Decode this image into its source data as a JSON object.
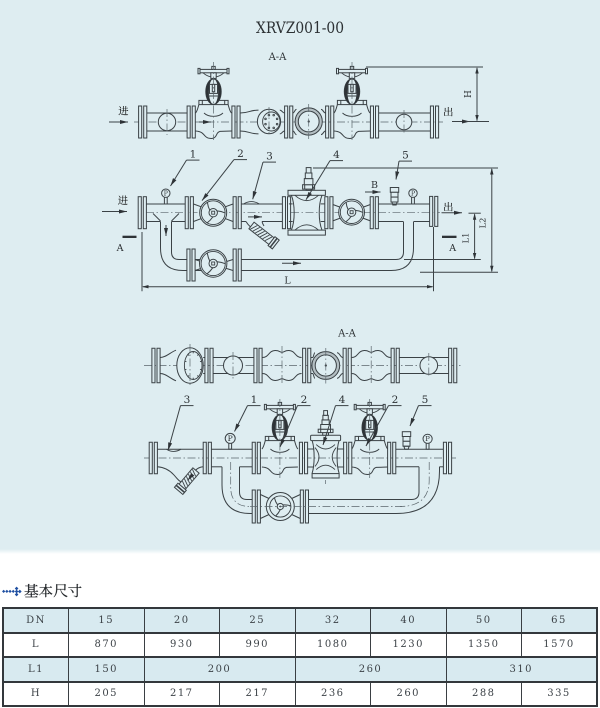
{
  "page": {
    "title": "XRVZ001-00"
  },
  "labels": {
    "section_aa": "A-A",
    "inlet": "进",
    "outlet": "出",
    "section_mark": "A",
    "view_b": "B",
    "gauge": "P",
    "dim_l": "L",
    "dim_l1": "L1",
    "dim_l2": "L2",
    "dim_h": "H"
  },
  "callouts_top": [
    "1",
    "2",
    "3",
    "4",
    "5"
  ],
  "callouts_bottom": [
    "3",
    "1",
    "2",
    "4",
    "2",
    "5"
  ],
  "colors": {
    "drawing_background": "#deedf1",
    "line": "#3b4246",
    "table_shaded": "#d8eaf0",
    "bullet": "#2050a2"
  },
  "table": {
    "heading": "基本尺寸",
    "columns": [
      "DN",
      "15",
      "20",
      "25",
      "32",
      "40",
      "50",
      "65"
    ],
    "rows": [
      {
        "label": "L",
        "cells": [
          {
            "text": "870",
            "span": 1
          },
          {
            "text": "930",
            "span": 1
          },
          {
            "text": "990",
            "span": 1
          },
          {
            "text": "1080",
            "span": 1
          },
          {
            "text": "1230",
            "span": 1
          },
          {
            "text": "1350",
            "span": 1
          },
          {
            "text": "1570",
            "span": 1
          }
        ]
      },
      {
        "label": "L1",
        "cells": [
          {
            "text": "150",
            "span": 1
          },
          {
            "text": "200",
            "span": 2
          },
          {
            "text": "260",
            "span": 2
          },
          {
            "text": "310",
            "span": 2
          }
        ]
      },
      {
        "label": "H",
        "cells": [
          {
            "text": "205",
            "span": 1
          },
          {
            "text": "217",
            "span": 1
          },
          {
            "text": "217",
            "span": 1
          },
          {
            "text": "236",
            "span": 1
          },
          {
            "text": "260",
            "span": 1
          },
          {
            "text": "288",
            "span": 1
          },
          {
            "text": "335",
            "span": 1
          }
        ]
      }
    ]
  }
}
